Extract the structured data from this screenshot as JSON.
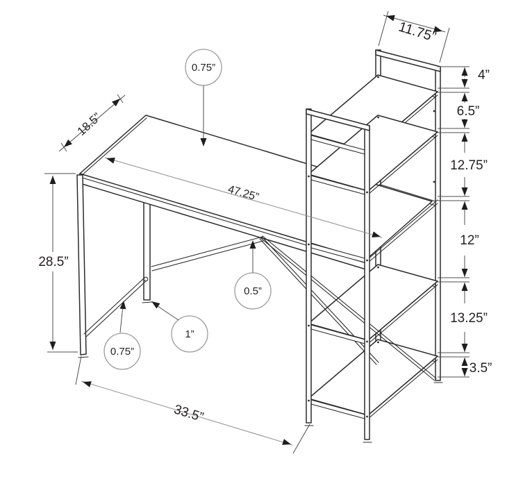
{
  "figure": {
    "kind": "product dimension diagram",
    "view": "isometric line drawing of a desk with attached 5-tier shelf tower",
    "units": "inches"
  },
  "dimensions": {
    "desk": {
      "depth": "18.5”",
      "height": "28.5”",
      "length": "47.25”",
      "top_thickness": "0.75”",
      "base_span": "33.5”"
    },
    "tubes": {
      "center_brace": "0.5”",
      "leg": "1”",
      "side_brace": "0.75”"
    },
    "shelf": {
      "top_width": "11.75”",
      "spacings": [
        "4”",
        "6.5”",
        "12.75”",
        "12”",
        "13.25”",
        "3.5”"
      ]
    }
  },
  "colors": {
    "background": "#ffffff",
    "line": "#2b2b2b",
    "dimension_line": "#4d4d4d",
    "light_dimension_line": "#8f8f8f",
    "callout_circle": "#9b9b9b",
    "text": "#231f20"
  }
}
